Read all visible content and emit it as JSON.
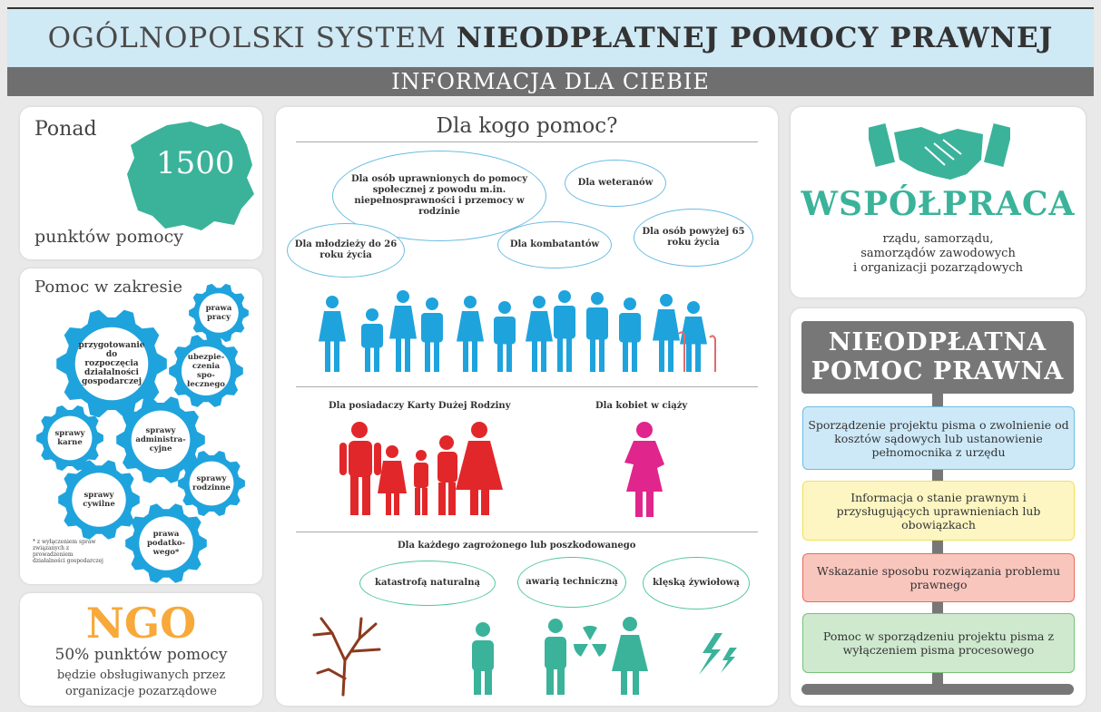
{
  "header": {
    "title_normal": "OGÓLNOPOLSKI SYSTEM ",
    "title_bold": "NIEODPŁATNEJ POMOCY PRAWNEJ",
    "subtitle": "INFORMACJA DLA CIEBIE"
  },
  "points": {
    "ponad": "Ponad",
    "number": "1500",
    "label": "punktów pomocy"
  },
  "scope": {
    "title": "Pomoc w zakresie",
    "gears": [
      "prawa pracy",
      "przygotowanie do rozpoczęcia działalności gospodarczej",
      "ubezpie-czenia spo-łecznego",
      "sprawy karne",
      "sprawy administra-cyjne",
      "sprawy cywilne",
      "sprawy rodzinne",
      "prawa podatko-wego*"
    ],
    "footnote": "* z wyłączeniem spraw związanych z prowadzeniem działalności gospodarczej"
  },
  "ngo": {
    "big": "NGO",
    "line1": "50% punktów pomocy",
    "line2a": "będzie obsługiwanych przez",
    "line2b": "organizacje pozarządowe"
  },
  "center": {
    "title": "Dla kogo pomoc?",
    "bubbles_top": [
      "Dla osób uprawnionych do pomocy społecznej z powodu m.in. niepełnosprawności i przemocy w rodzinie",
      "Dla weteranów",
      "Dla młodzieży do 26 roku życia",
      "Dla kombatantów",
      "Dla osób powyżej 65 roku życia"
    ],
    "family_label": "Dla posiadaczy Karty Dużej Rodziny",
    "pregnant_label": "Dla kobiet w ciąży",
    "threat_label": "Dla każdego zagrożonego lub poszkodowanego",
    "bubbles_bottom": [
      "katastrofą naturalną",
      "awarią techniczną",
      "klęską żywiołową"
    ]
  },
  "coop": {
    "title": "WSPÓŁPRACA",
    "line1": "rządu, samorządu,",
    "line2": "samorządów zawodowych",
    "line3": "i organizacji pozarządowych"
  },
  "free": {
    "head1": "NIEODPŁATNA",
    "head2": "POMOC PRAWNA",
    "items": [
      "Sporządzenie projektu pisma o zwolnienie od kosztów sądowych lub ustanowienie pełnomocnika z urzędu",
      "Informacja o stanie prawnym i przysługujących uprawnieniach lub obowiązkach",
      "Wskazanie sposobu rozwiązania problemu prawnego",
      "Pomoc w sporządzeniu projektu pisma z wyłączeniem pisma procesowego"
    ]
  },
  "colors": {
    "blue": "#1fa3dd",
    "teal": "#3ab39a",
    "red": "#e2272a",
    "pink": "#e0258c",
    "orange": "#f7a93a",
    "gray": "#777777"
  }
}
